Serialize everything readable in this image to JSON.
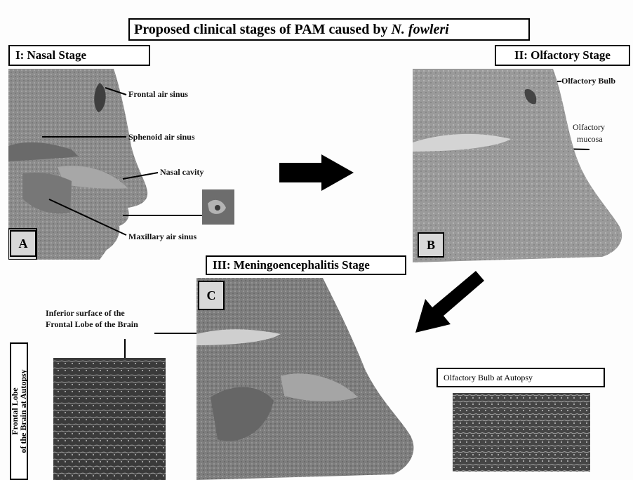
{
  "title": {
    "text": "Proposed clinical stages of PAM caused by ",
    "italic": "N. fowleri"
  },
  "stages": {
    "nasal": "I: Nasal Stage",
    "olfactory": "II: Olfactory Stage",
    "meningo": "III: Meningoencephalitis Stage"
  },
  "panels": {
    "a": "A",
    "b": "B",
    "c": "C"
  },
  "labels": {
    "frontal_air_sinus": "Frontal air sinus",
    "sphenoid_air_sinus": "Sphenoid air sinus",
    "nasal_cavity": "Nasal cavity",
    "maxillary_air_sinus": "Maxillary air sinus",
    "olfactory_bulb": "Olfactory Bulb",
    "olfactory_mucosa_1": "Olfactory",
    "olfactory_mucosa_2": "mucosa",
    "inferior_surface_1": "Inferior surface of the",
    "inferior_surface_2": "Frontal Lobe  of the Brain",
    "olfactory_bulb_autopsy": "Olfactory Bulb at Autopsy",
    "frontal_lobe_autopsy_1": "Frontal Lobe",
    "frontal_lobe_autopsy_2": "of the Brain at Autopsy"
  },
  "colors": {
    "panel_gray": "#8a8a8a",
    "arrow": "#000000"
  }
}
